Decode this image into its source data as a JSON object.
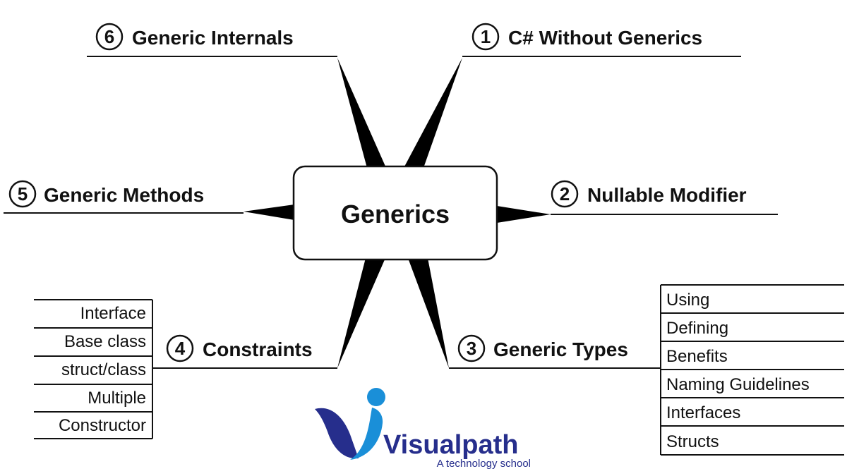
{
  "center": {
    "label": "Generics"
  },
  "branches": [
    {
      "number": "1",
      "label": "C# Without Generics"
    },
    {
      "number": "2",
      "label": "Nullable Modifier"
    },
    {
      "number": "3",
      "label": "Generic Types",
      "items": [
        "Using",
        "Defining",
        "Benefits",
        "Naming Guidelines",
        "Interfaces",
        "Structs"
      ]
    },
    {
      "number": "4",
      "label": "Constraints",
      "items": [
        "Interface",
        "Base class",
        "struct/class",
        "Multiple",
        "Constructor"
      ]
    },
    {
      "number": "5",
      "label": "Generic Methods"
    },
    {
      "number": "6",
      "label": "Generic Internals"
    }
  ],
  "logo": {
    "name": "Visualpath",
    "tagline": "A technology school",
    "colors": {
      "primary": "#262e8c",
      "secondary": "#1a8fd8"
    }
  }
}
